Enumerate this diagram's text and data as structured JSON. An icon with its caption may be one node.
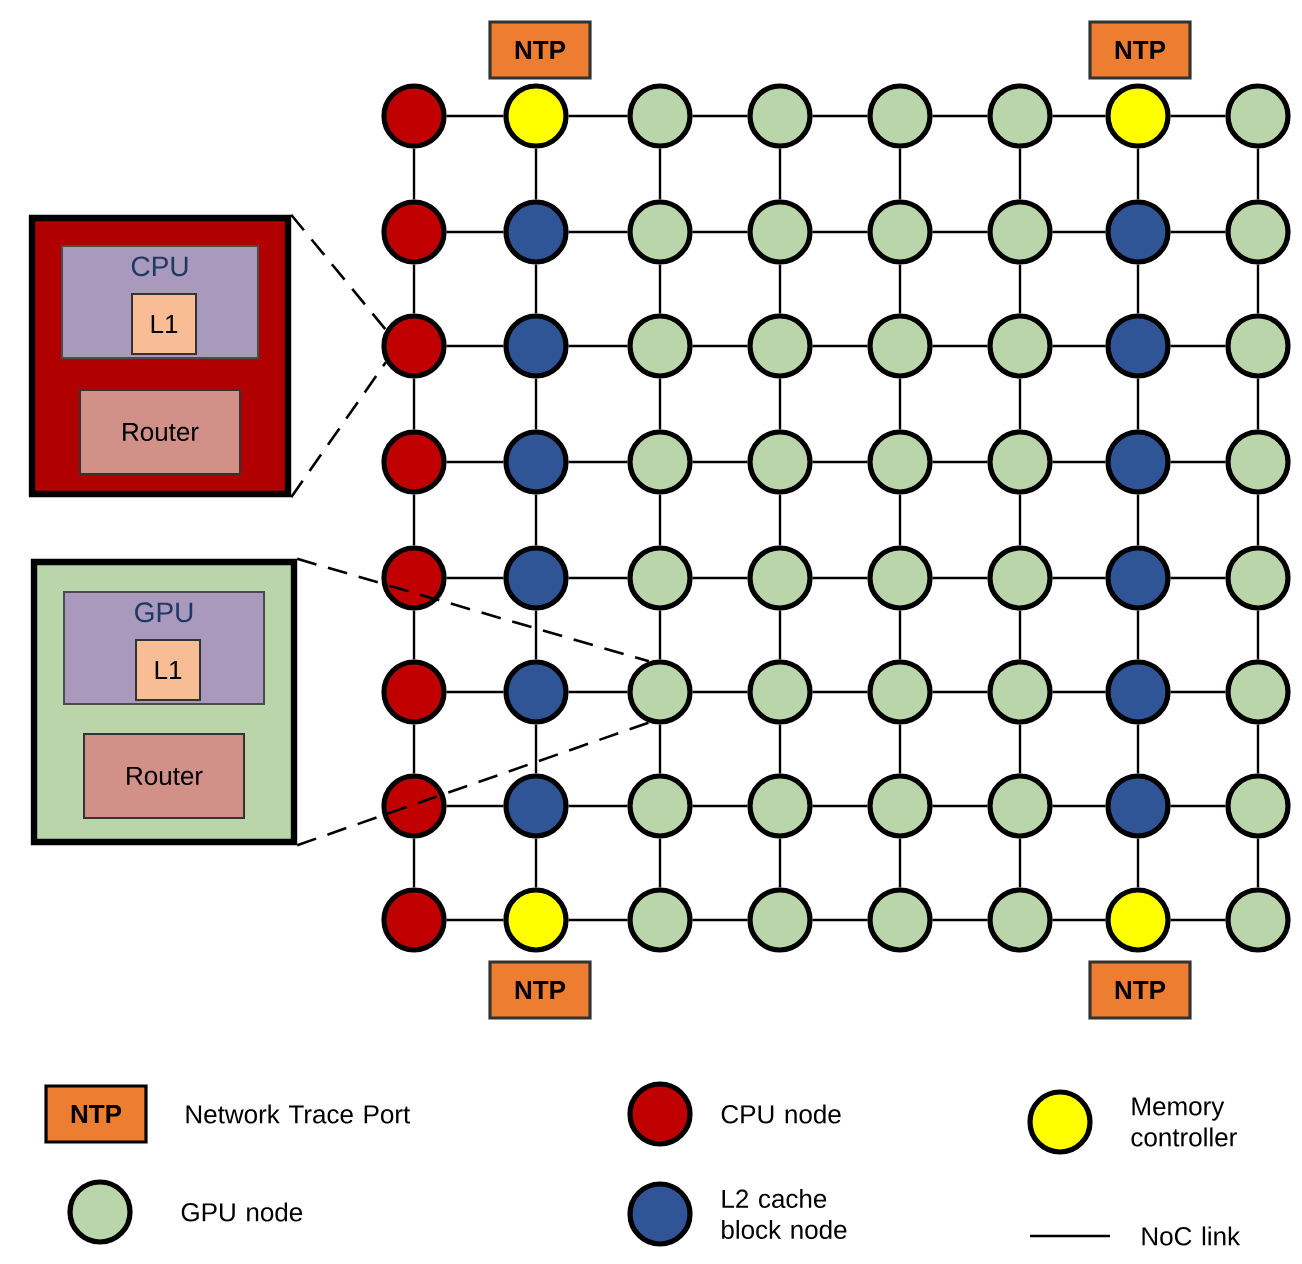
{
  "diagram": {
    "nodes": [
      {
        "text": [
          "NTP"
        ]
      },
      {
        "text": [
          "NTP"
        ]
      },
      {
        "text": [],
        "shape": "box"
      },
      {
        "text": [
          "CPU"
        ],
        "in": 2
      },
      {
        "text": [
          "L1"
        ],
        "in": 3
      },
      {
        "text": [
          "Router"
        ],
        "in": 2
      },
      {
        "text": [],
        "shape": "box"
      },
      {
        "text": [
          "GPU"
        ],
        "in": 6
      },
      {
        "text": [
          "L1"
        ],
        "in": 7
      },
      {
        "text": [
          "Router"
        ],
        "in": 6
      },
      {
        "text": [],
        "shape": "circle"
      },
      {
        "text": [],
        "shape": "circle"
      },
      {
        "text": [],
        "shape": "circle"
      },
      {
        "text": [],
        "shape": "circle"
      },
      {
        "text": [],
        "shape": "circle"
      },
      {
        "text": [],
        "shape": "circle"
      },
      {
        "text": [],
        "shape": "circle"
      },
      {
        "text": [],
        "shape": "circle"
      },
      {
        "text": [],
        "shape": "circle"
      },
      {
        "text": [],
        "shape": "circle"
      },
      {
        "text": [],
        "shape": "circle"
      },
      {
        "text": [],
        "shape": "circle"
      },
      {
        "text": [],
        "shape": "circle"
      },
      {
        "text": [],
        "shape": "circle"
      },
      {
        "text": [],
        "shape": "circle"
      },
      {
        "text": [],
        "shape": "circle"
      },
      {
        "text": [],
        "shape": "circle"
      },
      {
        "text": [],
        "shape": "circle"
      },
      {
        "text": [],
        "shape": "circle"
      },
      {
        "text": [],
        "shape": "circle"
      },
      {
        "text": [],
        "shape": "circle"
      },
      {
        "text": [],
        "shape": "circle"
      },
      {
        "text": [],
        "shape": "circle"
      },
      {
        "text": [],
        "shape": "circle"
      },
      {
        "text": [],
        "shape": "circle"
      },
      {
        "text": [],
        "shape": "circle"
      },
      {
        "text": [],
        "shape": "circle"
      },
      {
        "text": [],
        "shape": "circle"
      },
      {
        "text": [],
        "shape": "circle"
      },
      {
        "text": [],
        "shape": "circle"
      },
      {
        "text": [],
        "shape": "circle"
      },
      {
        "text": [],
        "shape": "circle"
      },
      {
        "text": [],
        "shape": "circle"
      },
      {
        "text": [],
        "shape": "circle"
      },
      {
        "text": [],
        "shape": "circle"
      },
      {
        "text": [],
        "shape": "circle"
      },
      {
        "text": [],
        "shape": "circle"
      },
      {
        "text": [],
        "shape": "circle"
      },
      {
        "text": [],
        "shape": "circle"
      },
      {
        "text": [],
        "shape": "circle"
      },
      {
        "text": [],
        "shape": "circle"
      },
      {
        "text": [],
        "shape": "circle"
      },
      {
        "text": [],
        "shape": "circle"
      },
      {
        "text": [],
        "shape": "circle"
      },
      {
        "text": [],
        "shape": "circle"
      },
      {
        "text": [],
        "shape": "circle"
      },
      {
        "text": [],
        "shape": "circle"
      },
      {
        "text": [],
        "shape": "circle"
      },
      {
        "text": [],
        "shape": "circle"
      },
      {
        "text": [],
        "shape": "circle"
      },
      {
        "text": [],
        "shape": "circle"
      },
      {
        "text": [],
        "shape": "circle"
      },
      {
        "text": [],
        "shape": "circle"
      },
      {
        "text": [],
        "shape": "circle"
      },
      {
        "text": [],
        "shape": "circle"
      },
      {
        "text": [],
        "shape": "circle"
      },
      {
        "text": [],
        "shape": "circle"
      },
      {
        "text": [],
        "shape": "circle"
      },
      {
        "text": [],
        "shape": "circle"
      },
      {
        "text": [],
        "shape": "circle"
      },
      {
        "text": [],
        "shape": "circle"
      },
      {
        "text": [],
        "shape": "circle"
      },
      {
        "text": [],
        "shape": "circle"
      },
      {
        "text": [],
        "shape": "circle"
      },
      {
        "text": [
          "NTP"
        ]
      },
      {
        "text": [
          "NTP"
        ]
      }
    ],
    "edges": [
      {
        "from": 10,
        "to": 11,
        "arrow": "none"
      },
      {
        "from": 11,
        "to": 12,
        "arrow": "none"
      },
      {
        "from": 12,
        "to": 13,
        "arrow": "none"
      },
      {
        "from": 13,
        "to": 14,
        "arrow": "none"
      },
      {
        "from": 14,
        "to": 15,
        "arrow": "none"
      },
      {
        "from": 15,
        "to": 16,
        "arrow": "none"
      },
      {
        "from": 16,
        "to": 17,
        "arrow": "none"
      },
      {
        "from": 18,
        "to": 19,
        "arrow": "none"
      },
      {
        "from": 19,
        "to": 20,
        "arrow": "none"
      },
      {
        "from": 20,
        "to": 21,
        "arrow": "none"
      },
      {
        "from": 21,
        "to": 22,
        "arrow": "none"
      },
      {
        "from": 22,
        "to": 23,
        "arrow": "none"
      },
      {
        "from": 23,
        "to": 24,
        "arrow": "none"
      },
      {
        "from": 24,
        "to": 25,
        "arrow": "none"
      },
      {
        "from": 26,
        "to": 27,
        "arrow": "none"
      },
      {
        "from": 27,
        "to": 28,
        "arrow": "none"
      },
      {
        "from": 28,
        "to": 29,
        "arrow": "none"
      },
      {
        "from": 29,
        "to": 30,
        "arrow": "none"
      },
      {
        "from": 30,
        "to": 31,
        "arrow": "none"
      },
      {
        "from": 31,
        "to": 32,
        "arrow": "none"
      },
      {
        "from": 32,
        "to": 33,
        "arrow": "none"
      },
      {
        "from": 34,
        "to": 35,
        "arrow": "none"
      },
      {
        "from": 35,
        "to": 36,
        "arrow": "none"
      },
      {
        "from": 36,
        "to": 37,
        "arrow": "none"
      },
      {
        "from": 37,
        "to": 38,
        "arrow": "none"
      },
      {
        "from": 38,
        "to": 39,
        "arrow": "none"
      },
      {
        "from": 39,
        "to": 40,
        "arrow": "none"
      },
      {
        "from": 40,
        "to": 41,
        "arrow": "none"
      },
      {
        "from": 42,
        "to": 43,
        "arrow": "none"
      },
      {
        "from": 43,
        "to": 44,
        "arrow": "none"
      },
      {
        "from": 44,
        "to": 45,
        "arrow": "none"
      },
      {
        "from": 45,
        "to": 46,
        "arrow": "none"
      },
      {
        "from": 46,
        "to": 47,
        "arrow": "none"
      },
      {
        "from": 47,
        "to": 48,
        "arrow": "none"
      },
      {
        "from": 48,
        "to": 49,
        "arrow": "none"
      },
      {
        "from": 50,
        "to": 51,
        "arrow": "none"
      },
      {
        "from": 51,
        "to": 52,
        "arrow": "none"
      },
      {
        "from": 52,
        "to": 53,
        "arrow": "none"
      },
      {
        "from": 53,
        "to": 54,
        "arrow": "none"
      },
      {
        "from": 54,
        "to": 55,
        "arrow": "none"
      },
      {
        "from": 55,
        "to": 56,
        "arrow": "none"
      },
      {
        "from": 56,
        "to": 57,
        "arrow": "none"
      },
      {
        "from": 58,
        "to": 59,
        "arrow": "none"
      },
      {
        "from": 59,
        "to": 60,
        "arrow": "none"
      },
      {
        "from": 60,
        "to": 61,
        "arrow": "none"
      },
      {
        "from": 61,
        "to": 62,
        "arrow": "none"
      },
      {
        "from": 62,
        "to": 63,
        "arrow": "none"
      },
      {
        "from": 63,
        "to": 64,
        "arrow": "none"
      },
      {
        "from": 64,
        "to": 65,
        "arrow": "none"
      },
      {
        "from": 66,
        "to": 67,
        "arrow": "none"
      },
      {
        "from": 67,
        "to": 68,
        "arrow": "none"
      },
      {
        "from": 68,
        "to": 69,
        "arrow": "none"
      },
      {
        "from": 69,
        "to": 70,
        "arrow": "none"
      },
      {
        "from": 70,
        "to": 71,
        "arrow": "none"
      },
      {
        "from": 71,
        "to": 72,
        "arrow": "none"
      },
      {
        "from": 72,
        "to": 73,
        "arrow": "none"
      },
      {
        "from": 10,
        "to": 18,
        "arrow": "none"
      },
      {
        "from": 18,
        "to": 26,
        "arrow": "none"
      },
      {
        "from": 26,
        "to": 34,
        "arrow": "none"
      },
      {
        "from": 34,
        "to": 42,
        "arrow": "none"
      },
      {
        "from": 42,
        "to": 50,
        "arrow": "none"
      },
      {
        "from": 50,
        "to": 58,
        "arrow": "none"
      },
      {
        "from": 58,
        "to": 66,
        "arrow": "none"
      },
      {
        "from": 11,
        "to": 19,
        "arrow": "none"
      },
      {
        "from": 19,
        "to": 27,
        "arrow": "none"
      },
      {
        "from": 27,
        "to": 35,
        "arrow": "none"
      },
      {
        "from": 35,
        "to": 43,
        "arrow": "none"
      },
      {
        "from": 43,
        "to": 51,
        "arrow": "none"
      },
      {
        "from": 51,
        "to": 59,
        "arrow": "none"
      },
      {
        "from": 59,
        "to": 67,
        "arrow": "none"
      },
      {
        "from": 12,
        "to": 20,
        "arrow": "none"
      },
      {
        "from": 20,
        "to": 28,
        "arrow": "none"
      },
      {
        "from": 28,
        "to": 36,
        "arrow": "none"
      },
      {
        "from": 36,
        "to": 44,
        "arrow": "none"
      },
      {
        "from": 44,
        "to": 52,
        "arrow": "none"
      },
      {
        "from": 52,
        "to": 60,
        "arrow": "none"
      },
      {
        "from": 60,
        "to": 68,
        "arrow": "none"
      },
      {
        "from": 13,
        "to": 21,
        "arrow": "none"
      },
      {
        "from": 21,
        "to": 29,
        "arrow": "none"
      },
      {
        "from": 29,
        "to": 37,
        "arrow": "none"
      },
      {
        "from": 37,
        "to": 45,
        "arrow": "none"
      },
      {
        "from": 45,
        "to": 53,
        "arrow": "none"
      },
      {
        "from": 53,
        "to": 61,
        "arrow": "none"
      },
      {
        "from": 61,
        "to": 69,
        "arrow": "none"
      },
      {
        "from": 14,
        "to": 22,
        "arrow": "none"
      },
      {
        "from": 22,
        "to": 30,
        "arrow": "none"
      },
      {
        "from": 30,
        "to": 38,
        "arrow": "none"
      },
      {
        "from": 38,
        "to": 46,
        "arrow": "none"
      },
      {
        "from": 46,
        "to": 54,
        "arrow": "none"
      },
      {
        "from": 54,
        "to": 62,
        "arrow": "none"
      },
      {
        "from": 62,
        "to": 70,
        "arrow": "none"
      },
      {
        "from": 15,
        "to": 23,
        "arrow": "none"
      },
      {
        "from": 23,
        "to": 31,
        "arrow": "none"
      },
      {
        "from": 31,
        "to": 39,
        "arrow": "none"
      },
      {
        "from": 39,
        "to": 47,
        "arrow": "none"
      },
      {
        "from": 47,
        "to": 55,
        "arrow": "none"
      },
      {
        "from": 55,
        "to": 63,
        "arrow": "none"
      },
      {
        "from": 63,
        "to": 71,
        "arrow": "none"
      },
      {
        "from": 16,
        "to": 24,
        "arrow": "none"
      },
      {
        "from": 24,
        "to": 32,
        "arrow": "none"
      },
      {
        "from": 32,
        "to": 40,
        "arrow": "none"
      },
      {
        "from": 40,
        "to": 48,
        "arrow": "none"
      },
      {
        "from": 48,
        "to": 56,
        "arrow": "none"
      },
      {
        "from": 56,
        "to": 64,
        "arrow": "none"
      },
      {
        "from": 64,
        "to": 72,
        "arrow": "none"
      },
      {
        "from": 17,
        "to": 25,
        "arrow": "none"
      },
      {
        "from": 25,
        "to": 33,
        "arrow": "none"
      },
      {
        "from": 33,
        "to": 41,
        "arrow": "none"
      },
      {
        "from": 41,
        "to": 49,
        "arrow": "none"
      },
      {
        "from": 49,
        "to": 57,
        "arrow": "none"
      },
      {
        "from": 57,
        "to": 65,
        "arrow": "none"
      },
      {
        "from": 65,
        "to": 73,
        "arrow": "none"
      },
      {
        "from": 2,
        "to": 26,
        "arrow": "none",
        "style": "dashed"
      },
      {
        "from": 2,
        "to": 26,
        "arrow": "none",
        "style": "dashed"
      },
      {
        "from": 6,
        "to": 52,
        "arrow": "none",
        "style": "dashed"
      },
      {
        "from": 6,
        "to": 52,
        "arrow": "none",
        "style": "dashed"
      }
    ],
    "labels": [
      "NTP"
    ],
    "legend": [
      {
        "text": "Network Trace Port",
        "color": "#ed7d31"
      },
      {
        "text": "CPU node",
        "color": "#c00000"
      },
      {
        "text": "Memory controller",
        "color": "#ffff00"
      },
      {
        "text": "GPU node",
        "color": "#b9d5a9"
      },
      {
        "text": "L2 cache block node",
        "color": "#2f5597"
      },
      {
        "text": "NoC link"
      }
    ]
  }
}
